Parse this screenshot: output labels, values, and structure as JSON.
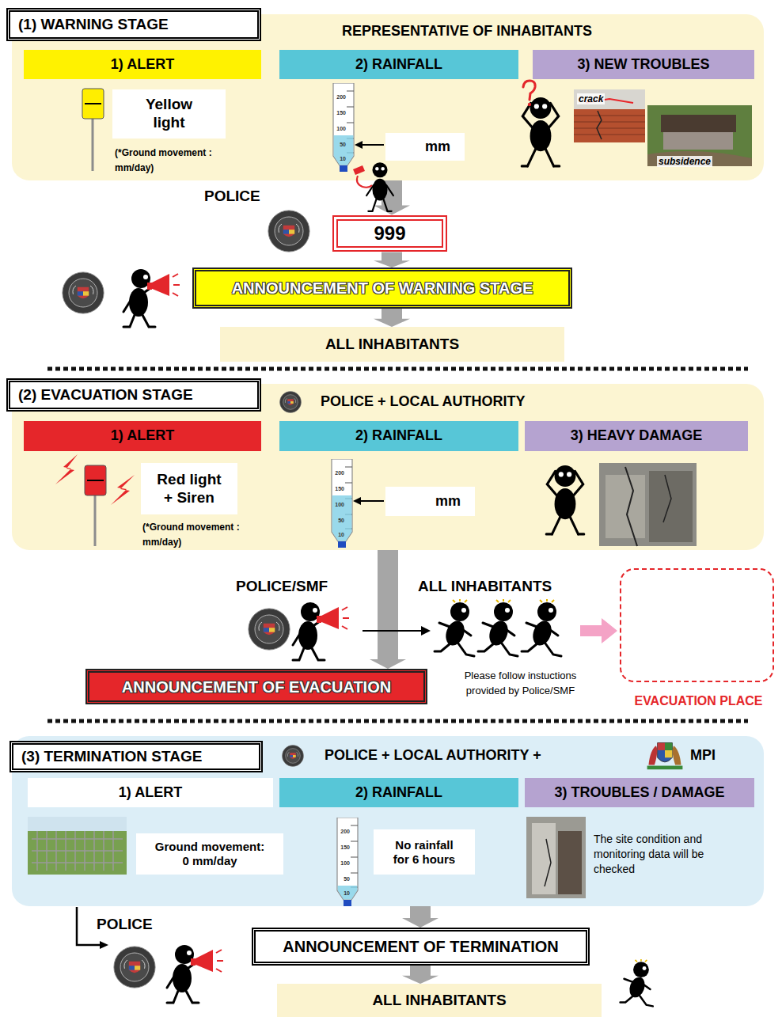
{
  "diagram": {
    "nodes": [
      {
        "text": [
          "REPRESENTATIVE OF INHABITANTS"
        ]
      },
      {
        "text": [
          "(1) WARNING STAGE"
        ],
        "in": 0
      },
      {
        "text": [
          "1) ALERT"
        ],
        "in": 0
      },
      {
        "text": [
          "Yellow light"
        ],
        "in": 0
      },
      {
        "text": [
          "2) RAINFALL"
        ],
        "in": 0
      },
      {
        "text": [
          "mm"
        ],
        "in": 0
      },
      {
        "text": [
          "3) NEW TROUBLES"
        ],
        "in": 0
      },
      {
        "text": [
          "999"
        ]
      },
      {
        "text": [
          "ANNOUNCEMENT OF WARNING STAGE"
        ]
      },
      {
        "text": [
          "ALL INHABITANTS"
        ]
      },
      {
        "text": [
          "POLICE + LOCAL AUTHORITY"
        ]
      },
      {
        "text": [
          "(2) EVACUATION STAGE"
        ],
        "in": 10
      },
      {
        "text": [
          "1) ALERT"
        ],
        "in": 10
      },
      {
        "text": [
          "Red light + Siren"
        ],
        "in": 10
      },
      {
        "text": [
          "2) RAINFALL"
        ],
        "in": 10
      },
      {
        "text": [
          "mm"
        ],
        "in": 10
      },
      {
        "text": [
          "3) HEAVY DAMAGE"
        ],
        "in": 10
      },
      {
        "text": [
          "ANNOUNCEMENT OF EVACUATION"
        ]
      },
      {
        "text": [
          "EVACUATION PLACE"
        ]
      },
      {
        "text": [
          "POLICE + LOCAL AUTHORITY +",
          "MPI"
        ]
      },
      {
        "text": [
          "(3) TERMINATION STAGE"
        ],
        "in": 19
      },
      {
        "text": [
          "1) ALERT"
        ],
        "in": 19
      },
      {
        "text": [
          "Ground movement: 0 mm/day"
        ],
        "in": 19
      },
      {
        "text": [
          "2) RAINFALL"
        ],
        "in": 19
      },
      {
        "text": [
          "No rainfall for 6 hours"
        ],
        "in": 19
      },
      {
        "text": [
          "3) TROUBLES / DAMAGE"
        ],
        "in": 19
      },
      {
        "text": [
          "ANNOUNCEMENT OF TERMINATION"
        ]
      },
      {
        "text": [
          "ALL INHABITANTS"
        ]
      }
    ],
    "edges": [
      {
        "from": 0,
        "to": 7,
        "arrow": "to"
      },
      {
        "from": 7,
        "to": 8,
        "arrow": "to"
      },
      {
        "from": 8,
        "to": 9,
        "arrow": "to"
      },
      {
        "from": 10,
        "to": 17,
        "arrow": "to"
      },
      {
        "from": 19,
        "to": 26,
        "arrow": "to"
      },
      {
        "from": 26,
        "to": 27,
        "arrow": "to"
      }
    ],
    "labels": [
      "(*Ground movement : mm/day)",
      "crack",
      "subsidence",
      "POLICE",
      "(*Ground movement : mm/day)",
      "POLICE/SMF",
      "ALL INHABITANTS",
      "Please follow instuctions provided by Police/SMF",
      "The site condition and monitoring data will be checked",
      "POLICE",
      "200",
      "150",
      "100",
      "50",
      "10",
      "200",
      "150",
      "100",
      "50",
      "10",
      "200",
      "150",
      "100",
      "50",
      "10"
    ]
  }
}
